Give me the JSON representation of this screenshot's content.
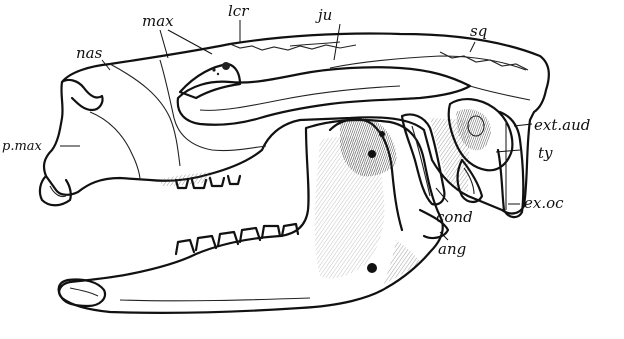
{
  "labels": {
    "nas": "nas",
    "max": "max",
    "lcr": "lcr",
    "ju": "ju",
    "sq": "sq",
    "p_max": "p.max",
    "ext_aud": "ext.aud",
    "ty": "ty",
    "ex_oc": "ex.oc",
    "cond": "cond",
    "ang": "ang"
  }
}
